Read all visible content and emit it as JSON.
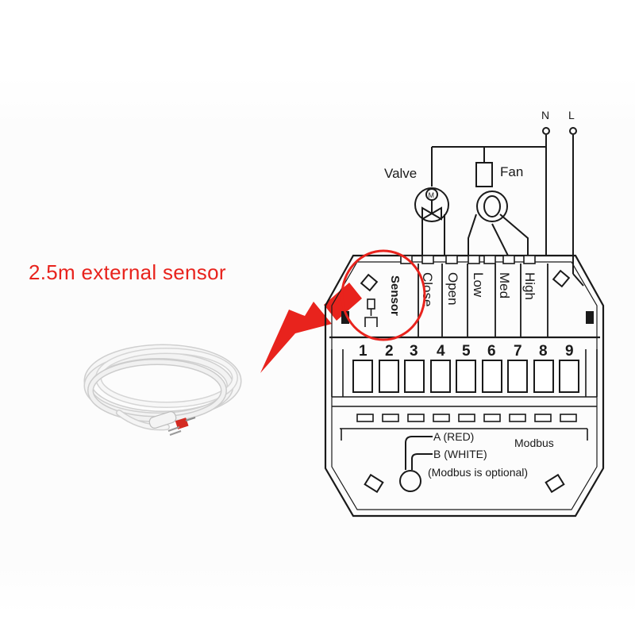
{
  "caption": "2.5m external sensor",
  "supply": {
    "n_label": "N",
    "l_label": "L"
  },
  "loads": {
    "valve_label": "Valve",
    "valve_symbol": "M",
    "fan_label": "Fan"
  },
  "terminal_labels": [
    "Sensor",
    "Close",
    "Open",
    "Low",
    "Med",
    "High"
  ],
  "terminal_numbers": [
    "1",
    "2",
    "3",
    "4",
    "5",
    "6",
    "7",
    "8",
    "9"
  ],
  "modbus": {
    "a_label": "A (RED)",
    "b_label": "B (WHITE)",
    "title": "Modbus",
    "note": "(Modbus is optional)"
  },
  "colors": {
    "accent_red": "#e8231d",
    "line": "#1a1a1a",
    "cable": "#f2f2f2"
  }
}
